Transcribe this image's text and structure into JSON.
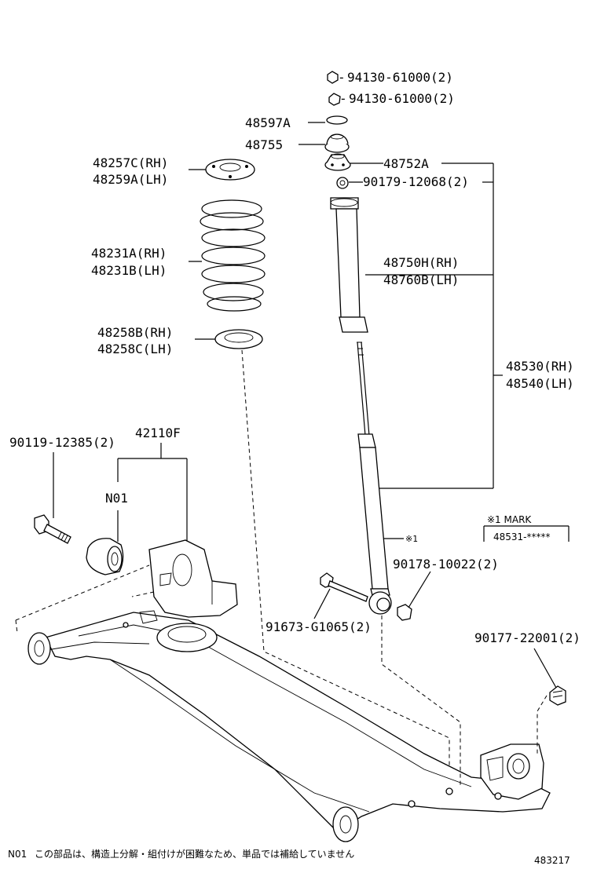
{
  "diagram_id": "483217",
  "parts": {
    "nut_1": "94130-61000(2)",
    "nut_2": "94130-61000(2)",
    "cushion_upper": "48597A",
    "support_cushion": "48755",
    "spring_seat_upper_rh": "48257C(RH)",
    "spring_seat_upper_lh": "48259A(LH)",
    "support_assy": "48752A",
    "nut_retainer": "90179-12068(2)",
    "coil_spring_rh": "48231A(RH)",
    "coil_spring_lh": "48231B(LH)",
    "shock_absorber_rh": "48750H(RH)",
    "shock_absorber_lh": "48760B(LH)",
    "spring_seat_lower_rh": "48258B(RH)",
    "spring_seat_lower_lh": "48258C(LH)",
    "absorber_assy_rh": "48530(RH)",
    "absorber_assy_lh": "48540(LH)",
    "bolt_axle": "90119-12385(2)",
    "axle_beam": "42110F",
    "bushing_note_ref": "N01",
    "mark_ref": "※1",
    "bolt_lower": "90178-10022(2)",
    "bolt_shock": "91673-G1065(2)",
    "nut_beam": "90177-22001(2)"
  },
  "mark_box": {
    "title": "※1 MARK",
    "value": "48531-*****"
  },
  "footnote": {
    "ref": "N01",
    "text": "この部品は、構造上分解・組付けが困難なため、単品では補給していません"
  }
}
